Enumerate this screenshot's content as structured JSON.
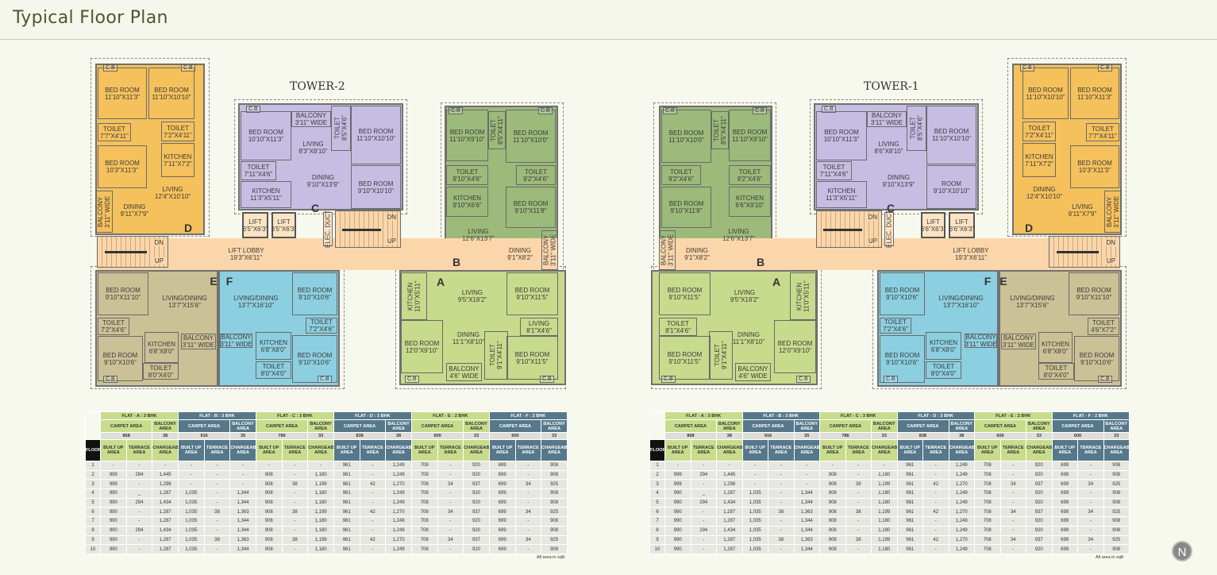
{
  "header": {
    "title": "Typical Floor Plan"
  },
  "common": {
    "cb": "C.B",
    "up": "UP",
    "dn": "DN"
  },
  "towers": {
    "tower2": {
      "label": "TOWER-2",
      "letters": {
        "A": "A",
        "B": "B",
        "C": "C",
        "D": "D",
        "E": "E",
        "F": "F"
      },
      "rooms": {
        "d_bed1": {
          "n": "BED ROOM",
          "s": "11'10\"X11'3\""
        },
        "d_bed2": {
          "n": "BED ROOM",
          "s": "11'10\"X10'10\""
        },
        "d_toilet1": {
          "n": "TOILET",
          "s": "7'7\"X4'11\""
        },
        "d_toilet2": {
          "n": "TOILET",
          "s": "7'2\"X4'11\""
        },
        "d_bed3": {
          "n": "BED ROOM",
          "s": "10'3\"X11'3\""
        },
        "d_kitchen": {
          "n": "KITCHEN",
          "s": "7'11\"X7'2\""
        },
        "d_living": {
          "n": "LIVING",
          "s": "12'4\"X10'10\""
        },
        "d_dining": {
          "n": "DINING",
          "s": "9'11\"X7'9\""
        },
        "d_balcony": {
          "n": "BALCONY",
          "s": "3'11\" WIDE"
        },
        "c_bed1": {
          "n": "BED ROOM",
          "s": "10'10\"X11'3\""
        },
        "c_toilet1": {
          "n": "TOILET",
          "s": "7'11\"X4'6\""
        },
        "c_kitchen": {
          "n": "KITCHEN",
          "s": "11'3\"X5'11\""
        },
        "c_balcony": {
          "n": "BALCONY",
          "s": "3'11\" WIDE"
        },
        "c_living": {
          "n": "LIVING",
          "s": "8'3\"X8'10\""
        },
        "c_dining": {
          "n": "DINING",
          "s": "9'10\"X13'9\""
        },
        "c_toilet2": {
          "n": "TOILET",
          "s": "8'5\"X4'6\""
        },
        "c_bed2": {
          "n": "BED ROOM",
          "s": "11'10\"X10'10\""
        },
        "c_bed3": {
          "n": "BED ROOM",
          "s": "9'10\"X10'10\""
        },
        "lift1": {
          "n": "LIFT",
          "s": "6'5\"X6'3\""
        },
        "lift2": {
          "n": "LIFT",
          "s": "6'5\"X6'3\""
        },
        "elec": {
          "n": "ELEC. DUCT",
          "s": ""
        },
        "lobby": {
          "n": "LIFT LOBBY",
          "s": "19'3\"X6'11\""
        },
        "e_bed1": {
          "n": "BED ROOM",
          "s": "9'10\"X11'10\""
        },
        "e_living": {
          "n": "LIVING/DINING",
          "s": "13'7\"X15'6\""
        },
        "e_toilet1": {
          "n": "TOILET",
          "s": "7'2\"X4'6\""
        },
        "e_bed2": {
          "n": "BED ROOM",
          "s": "9'10\"X10'6\""
        },
        "e_kitchen": {
          "n": "KITCHEN",
          "s": "6'8\"X8'0\""
        },
        "e_toilet2": {
          "n": "TOILET",
          "s": "8'0\"X4'0\""
        },
        "e_balcony": {
          "n": "BALCONY",
          "s": "3'11\" WIDE"
        },
        "f_living": {
          "n": "LIVING/DINING",
          "s": "13'7\"X16'10\""
        },
        "f_bed1": {
          "n": "BED ROOM",
          "s": "9'10\"X10'6\""
        },
        "f_toilet1": {
          "n": "TOILET",
          "s": "7'2\"X4'6\""
        },
        "f_bed2": {
          "n": "BED ROOM",
          "s": "9'10\"X10'6\""
        },
        "f_kitchen": {
          "n": "KITCHEN",
          "s": "6'8\"X8'0\""
        },
        "f_toilet2": {
          "n": "TOILET",
          "s": "8'0\"X4'0\""
        },
        "f_balcony": {
          "n": "BALCONY",
          "s": "3'11\" WIDE"
        },
        "b_bed1": {
          "n": "BED ROOM",
          "s": "11'10\"X9'10\""
        },
        "b_toilet1": {
          "n": "TOILET",
          "s": "8'5\"X4'11\""
        },
        "b_bed2": {
          "n": "BED ROOM",
          "s": "11'10\"X10'0\""
        },
        "b_toilet2": {
          "n": "TOILET",
          "s": "9'10\"X4'6\""
        },
        "b_toilet3": {
          "n": "TOILET",
          "s": "9'2\"X4'6\""
        },
        "b_kitchen": {
          "n": "KITCHEN",
          "s": "9'10\"X6'6\""
        },
        "b_bed3": {
          "n": "BED ROOM",
          "s": "9'10\"X11'8\""
        },
        "b_living": {
          "n": "LIVING",
          "s": "12'6\"X13'7\""
        },
        "b_dining": {
          "n": "DINING",
          "s": "9'1\"X8'2\""
        },
        "b_balcony": {
          "n": "BALCONY",
          "s": "3'11\" WIDE"
        },
        "a_kitchen": {
          "n": "KITCHEN",
          "s": "11'0\"X5'11\""
        },
        "a_bed1": {
          "n": "BED ROOM",
          "s": "12'0\"X9'10\""
        },
        "a_living": {
          "n": "LIVING",
          "s": "9'5\"X18'2\""
        },
        "a_dining": {
          "n": "DINING",
          "s": "11'1\"X8'10\""
        },
        "a_balcony": {
          "n": "BALCONY",
          "s": "4'6\" WIDE"
        },
        "a_toilet1": {
          "n": "TOILET",
          "s": "9'1\"X4'11\""
        },
        "a_bed2": {
          "n": "BED ROOM",
          "s": "9'10\"X11'5\""
        },
        "a_living2": {
          "n": "LIVING",
          "s": "8'1\"X4'6\""
        },
        "a_bed3": {
          "n": "BED ROOM",
          "s": "9'10\"X11'5\""
        }
      }
    },
    "tower1": {
      "label": "TOWER-1",
      "letters": {
        "A": "A",
        "B": "B",
        "C": "C",
        "D": "D",
        "E": "E",
        "F": "F"
      },
      "rooms": {
        "d_bed1": {
          "n": "BED ROOM",
          "s": "11'10\"X11'3\""
        },
        "d_bed2": {
          "n": "BED ROOM",
          "s": "11'10\"X10'10\""
        },
        "d_toilet1": {
          "n": "TOILET",
          "s": "7'7\"X4'11\""
        },
        "d_toilet2": {
          "n": "TOILET",
          "s": "7'2\"X4'11\""
        },
        "d_bed3": {
          "n": "BED ROOM",
          "s": "10'3\"X11'3\""
        },
        "d_kitchen": {
          "n": "KITCHEN",
          "s": "7'11\"X7'2\""
        },
        "d_living": {
          "n": "DINING",
          "s": "12'4\"X10'10\""
        },
        "d_dining": {
          "n": "LIVING",
          "s": "9'11\"X7'9\""
        },
        "d_balcony": {
          "n": "BALCONY",
          "s": "3'11\" WIDE"
        },
        "c_bed1": {
          "n": "BED ROOM",
          "s": "10'10\"X11'3\""
        },
        "c_toilet1": {
          "n": "TOILET",
          "s": "7'11\"X4'6\""
        },
        "c_kitchen": {
          "n": "KITCHEN",
          "s": "11'3\"X5'11\""
        },
        "c_balcony": {
          "n": "BALCONY",
          "s": "3'11\" WIDE"
        },
        "c_living": {
          "n": "LIVING",
          "s": "8'6\"X8'10\""
        },
        "c_dining": {
          "n": "DINING",
          "s": "9'10\"X13'9\""
        },
        "c_toilet2": {
          "n": "TOILET",
          "s": "8'5\"X4'6\""
        },
        "c_bed2": {
          "n": "BED ROOM",
          "s": "11'10\"X10'10\""
        },
        "c_bed3": {
          "n": "ROOM",
          "s": "9'10\"X10'10\""
        },
        "lift1": {
          "n": "LIFT",
          "s": "6'6\"X6'3\""
        },
        "lift2": {
          "n": "LIFT",
          "s": "6'6\"X6'3\""
        },
        "elec": {
          "n": "ELEC. DUCT",
          "s": ""
        },
        "lobby": {
          "n": "LIFT LOBBY",
          "s": "19'3\"X6'11\""
        },
        "e_bed1": {
          "n": "BED ROOM",
          "s": "9'10\"X11'10\""
        },
        "e_living": {
          "n": "LIVING/DINING",
          "s": "13'7\"X15'6\""
        },
        "e_toilet1": {
          "n": "TOILET",
          "s": "4'6\"X7'2\""
        },
        "e_bed2": {
          "n": "BED ROOM",
          "s": "9'10\"X10'6\""
        },
        "e_kitchen": {
          "n": "KITCHEN",
          "s": "6'8\"X8'0\""
        },
        "e_toilet2": {
          "n": "TOILET",
          "s": "8'0\"X4'0\""
        },
        "e_balcony": {
          "n": "BALCONY",
          "s": "3'11\" WIDE"
        },
        "f_living": {
          "n": "LIVING/DINING",
          "s": "13'7\"X16'10\""
        },
        "f_bed1": {
          "n": "BED ROOM",
          "s": "9'10\"X10'6\""
        },
        "f_toilet1": {
          "n": "TOILET",
          "s": "7'2\"X4'6\""
        },
        "f_bed2": {
          "n": "BED ROOM",
          "s": "9'10\"X10'6\""
        },
        "f_kitchen": {
          "n": "KITCHEN",
          "s": "6'8\"X8'0\""
        },
        "f_toilet2": {
          "n": "TOILET",
          "s": "8'0\"X4'0\""
        },
        "f_balcony": {
          "n": "BALCONY",
          "s": "3'11\" WIDE"
        },
        "b_bed1": {
          "n": "BED ROOM",
          "s": "11'10\"X9'10\""
        },
        "b_toilet1": {
          "n": "TOILET",
          "s": "8'5\"X4'11\""
        },
        "b_bed2": {
          "n": "BED ROOM",
          "s": "11'10\"X10'0\""
        },
        "b_toilet2": {
          "n": "TOILET",
          "s": "9'2\"X4'6\""
        },
        "b_toilet3": {
          "n": "TOILET",
          "s": "9'2\"X4'6\""
        },
        "b_kitchen": {
          "n": "KITCHEN",
          "s": "6'6\"X9'10\""
        },
        "b_bed3": {
          "n": "BED ROOM",
          "s": "9'10\"X11'8\""
        },
        "b_living": {
          "n": "LIVING",
          "s": "12'6\"X13'7\""
        },
        "b_dining": {
          "n": "DINING",
          "s": "9'1\"X8'2\""
        },
        "b_balcony": {
          "n": "BALCONY",
          "s": "3'11\" WIDE"
        },
        "a_kitchen": {
          "n": "KITCHEN",
          "s": "11'0\"X5'11\""
        },
        "a_bed1": {
          "n": "BED ROOM",
          "s": "12'0\"X9'10\""
        },
        "a_living": {
          "n": "LIVING",
          "s": "9'5\"X18'2\""
        },
        "a_dining": {
          "n": "DINING",
          "s": "11'1\"X8'10\""
        },
        "a_balcony": {
          "n": "BALCONY",
          "s": "4'6\" WIDE"
        },
        "a_toilet1": {
          "n": "TOILET",
          "s": "9'1\"X4'11\""
        },
        "a_bed2": {
          "n": "BED ROOM",
          "s": "9'10\"X11'5\""
        },
        "a_living2": {
          "n": "TOILET",
          "s": "8'1\"X4'6\""
        },
        "a_bed3": {
          "n": "BED ROOM",
          "s": "9'10\"X11'5\""
        }
      }
    }
  },
  "tables": {
    "tower2": {
      "floor_label": "FLOOR",
      "carpet_label": "CARPET AREA",
      "balcony_label": "BALCONY AREA",
      "sub_labels": [
        "BUILT UP AREA",
        "TERRACE AREA",
        "CHARGEABLE AREA"
      ],
      "flats": [
        {
          "name": "FLAT - A : 3 BHK",
          "carpet": "868",
          "balcony": "38"
        },
        {
          "name": "FLAT - B : 3 BHK",
          "carpet": "916",
          "balcony": "35"
        },
        {
          "name": "FLAT - C : 3 BHK",
          "carpet": "786",
          "balcony": "33"
        },
        {
          "name": "FLAT - D : 3 BHK",
          "carpet": "838",
          "balcony": "38"
        },
        {
          "name": "FLAT - E : 2 BHK",
          "carpet": "600",
          "balcony": "33"
        },
        {
          "name": "FLAT - F : 2 BHK",
          "carpet": "600",
          "balcony": "33"
        }
      ],
      "rows": [
        [
          "1",
          "-",
          "-",
          "-",
          "-",
          "-",
          "-",
          "-",
          "-",
          "-",
          "961",
          "-",
          "1,249",
          "708",
          "-",
          "920",
          "699",
          "-",
          "908"
        ],
        [
          "2",
          "999",
          "294",
          "1,445",
          "-",
          "-",
          "-",
          "908",
          "-",
          "1,180",
          "961",
          "-",
          "1,249",
          "708",
          "-",
          "920",
          "699",
          "-",
          "908"
        ],
        [
          "3",
          "999",
          "-",
          "1,298",
          "-",
          "-",
          "-",
          "908",
          "38",
          "1,199",
          "961",
          "42",
          "1,270",
          "708",
          "34",
          "937",
          "699",
          "34",
          "925"
        ],
        [
          "4",
          "990",
          "_",
          "1,287",
          "1,035",
          "-",
          "1,344",
          "908",
          "-",
          "1,180",
          "961",
          "-",
          "1,249",
          "708",
          "-",
          "920",
          "699",
          "-",
          "908"
        ],
        [
          "5",
          "990",
          "294",
          "1,434",
          "1,035",
          "-",
          "1,344",
          "908",
          "-",
          "1,180",
          "961",
          "-",
          "1,249",
          "708",
          "-",
          "920",
          "699",
          "-",
          "908"
        ],
        [
          "6",
          "990",
          "-",
          "1,287",
          "1,035",
          "38",
          "1,363",
          "908",
          "38",
          "1,199",
          "961",
          "42",
          "1,270",
          "708",
          "34",
          "937",
          "699",
          "34",
          "925"
        ],
        [
          "7",
          "990",
          "-",
          "1,287",
          "1,035",
          "-",
          "1,344",
          "908",
          "-",
          "1,180",
          "961",
          "-",
          "1,249",
          "708",
          "-",
          "920",
          "699",
          "-",
          "908"
        ],
        [
          "8",
          "990",
          "294",
          "1,434",
          "1,035",
          "-",
          "1,344",
          "908",
          "-",
          "1,180",
          "961",
          "-",
          "1,249",
          "708",
          "-",
          "920",
          "699",
          "-",
          "908"
        ],
        [
          "9",
          "990",
          "-",
          "1,287",
          "1,035",
          "38",
          "1,363",
          "908",
          "38",
          "1,199",
          "961",
          "42",
          "1,270",
          "708",
          "34",
          "937",
          "699",
          "34",
          "925"
        ],
        [
          "10",
          "990",
          "-",
          "1,287",
          "1,035",
          "-",
          "1,344",
          "908",
          "-",
          "1,180",
          "961",
          "-",
          "1,249",
          "708",
          "-",
          "920",
          "699",
          "-",
          "908"
        ]
      ],
      "note": "All area in sqft."
    },
    "tower1": {
      "floor_label": "FLOOR",
      "carpet_label": "CARPET AREA",
      "balcony_label": "BALCONY AREA",
      "sub_labels": [
        "BUILT UP AREA",
        "TERRACE AREA",
        "CHARGEABLE AREA"
      ],
      "flats": [
        {
          "name": "FLAT - A : 3 BHK",
          "carpet": "868",
          "balcony": "38"
        },
        {
          "name": "FLAT - B : 3 BHK",
          "carpet": "916",
          "balcony": "35"
        },
        {
          "name": "FLAT - C : 3 BHK",
          "carpet": "786",
          "balcony": "33"
        },
        {
          "name": "FLAT - D : 3 BHK",
          "carpet": "838",
          "balcony": "38"
        },
        {
          "name": "FLAT - E : 2 BHK",
          "carpet": "600",
          "balcony": "33"
        },
        {
          "name": "FLAT - F : 2 BHK",
          "carpet": "600",
          "balcony": "33"
        }
      ],
      "rows": [
        [
          "1",
          "-",
          "-",
          "-",
          "-",
          "-",
          "-",
          "-",
          "-",
          "-",
          "961",
          "-",
          "1,249",
          "708",
          "-",
          "920",
          "699",
          "-",
          "908"
        ],
        [
          "2",
          "999",
          "294",
          "1,445",
          "-",
          "-",
          "-",
          "908",
          "-",
          "1,180",
          "961",
          "-",
          "1,249",
          "708",
          "-",
          "920",
          "699",
          "-",
          "908"
        ],
        [
          "3",
          "999",
          "-",
          "1,298",
          "-",
          "-",
          "-",
          "908",
          "38",
          "1,199",
          "961",
          "42",
          "1,270",
          "708",
          "34",
          "937",
          "699",
          "34",
          "925"
        ],
        [
          "4",
          "990",
          "_",
          "1,287",
          "1,035",
          "-",
          "1,344",
          "908",
          "-",
          "1,180",
          "961",
          "-",
          "1,249",
          "708",
          "-",
          "920",
          "699",
          "-",
          "908"
        ],
        [
          "5",
          "990",
          "294",
          "1,434",
          "1,035",
          "-",
          "1,344",
          "908",
          "-",
          "1,180",
          "961",
          "-",
          "1,249",
          "708",
          "-",
          "920",
          "699",
          "-",
          "908"
        ],
        [
          "6",
          "990",
          "-",
          "1,287",
          "1,035",
          "38",
          "1,363",
          "908",
          "38",
          "1,199",
          "961",
          "42",
          "1,270",
          "708",
          "34",
          "937",
          "699",
          "34",
          "925"
        ],
        [
          "7",
          "990",
          "-",
          "1,287",
          "1,035",
          "-",
          "1,344",
          "908",
          "-",
          "1,180",
          "961",
          "-",
          "1,249",
          "708",
          "-",
          "920",
          "699",
          "-",
          "908"
        ],
        [
          "8",
          "990",
          "294",
          "1,434",
          "1,035",
          "-",
          "1,344",
          "908",
          "-",
          "1,180",
          "961",
          "-",
          "1,249",
          "708",
          "-",
          "920",
          "699",
          "-",
          "908"
        ],
        [
          "9",
          "990",
          "-",
          "1,287",
          "1,035",
          "38",
          "1,363",
          "908",
          "38",
          "1,199",
          "961",
          "42",
          "1,270",
          "708",
          "34",
          "937",
          "699",
          "34",
          "925"
        ],
        [
          "10",
          "990",
          "-",
          "1,287",
          "1,035",
          "-",
          "1,344",
          "908",
          "-",
          "1,180",
          "961",
          "-",
          "1,249",
          "708",
          "-",
          "920",
          "699",
          "-",
          "908"
        ]
      ],
      "note": "All area in sqft."
    }
  },
  "compass": {
    "label": "N"
  },
  "colors": {
    "A": "#c8da8c",
    "B": "#9cba7a",
    "C": "#c7bde3",
    "D": "#f5c15c",
    "E": "#cbc196",
    "F": "#8ccfe0",
    "lobby": "#fbd6aa",
    "header_green": "#c8dc8c",
    "header_slate": "#56788a"
  }
}
